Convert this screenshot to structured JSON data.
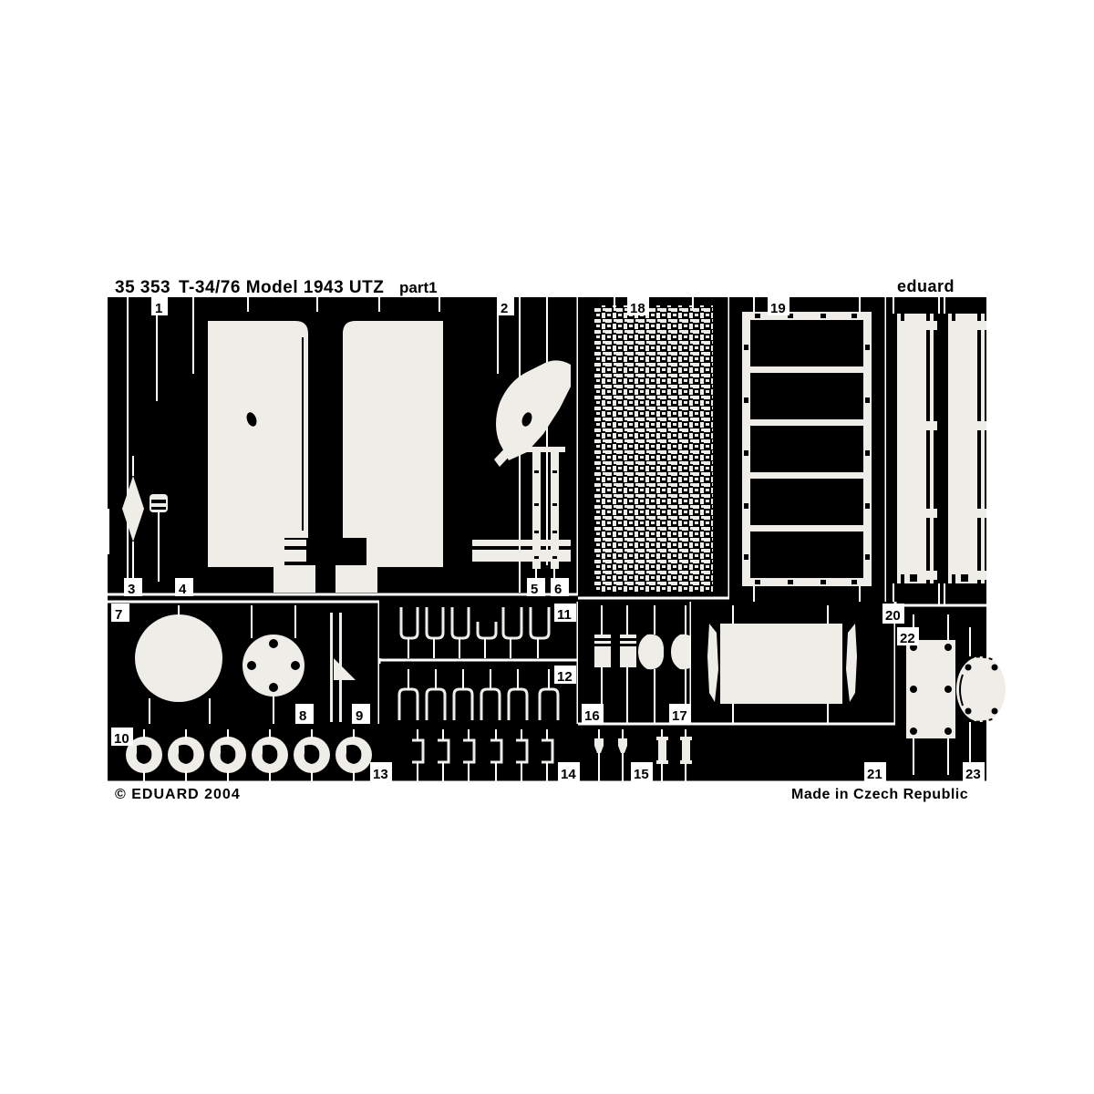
{
  "sheet": {
    "kit_number": "35 353",
    "title": "T-34/76 Model 1943 UTZ",
    "part_suffix": "part1",
    "brand_logo": "eduard",
    "copyright": "© EDUARD 2004",
    "origin": "Made in Czech Republic",
    "material": "photo-etched brass fret",
    "background_color": "#000000",
    "metal_color": "#f2f0ec",
    "canvas_color": "#ffffff"
  },
  "part_numbers": {
    "1": "1",
    "2": "2",
    "3": "3",
    "4": "4",
    "5": "5",
    "6": "6",
    "7": "7",
    "8": "8",
    "9": "9",
    "10": "10",
    "11": "11",
    "12": "12",
    "13": "13",
    "14": "14",
    "15": "15",
    "16": "16",
    "17": "17",
    "18": "18",
    "19": "19",
    "20": "20",
    "21": "21",
    "22": "22",
    "23": "23"
  },
  "parts": [
    {
      "id": "1",
      "name": "left-fender-panel",
      "label": "1"
    },
    {
      "id": "2",
      "name": "right-fender-panel",
      "label": "2"
    },
    {
      "id": "3",
      "name": "diamond-plate",
      "label": "3"
    },
    {
      "id": "4",
      "name": "small-fitting",
      "label": "4"
    },
    {
      "id": "5",
      "name": "long-strip-a",
      "label": "5"
    },
    {
      "id": "6",
      "name": "long-strip-b",
      "label": "6"
    },
    {
      "id": "7",
      "name": "large-disc",
      "label": "7"
    },
    {
      "id": "8",
      "name": "medium-disc",
      "label": "8"
    },
    {
      "id": "9",
      "name": "wedge-bracket",
      "label": "9"
    },
    {
      "id": "10",
      "name": "roadwheel-disc-row",
      "label": "10"
    },
    {
      "id": "11",
      "name": "clamp-strip-row-upper",
      "label": "11"
    },
    {
      "id": "12",
      "name": "clamp-strip-row-lower",
      "label": "12"
    },
    {
      "id": "13",
      "name": "small-bracket-row",
      "label": "13"
    },
    {
      "id": "14",
      "name": "tiny-clip-row",
      "label": "14"
    },
    {
      "id": "15",
      "name": "pin-pair",
      "label": "15"
    },
    {
      "id": "16",
      "name": "tool-clasp-pair",
      "label": "16"
    },
    {
      "id": "17",
      "name": "hinge-pair",
      "label": "17"
    },
    {
      "id": "18",
      "name": "engine-deck-mesh-screen",
      "label": "18"
    },
    {
      "id": "19",
      "name": "louvre-grille-frame",
      "label": "19"
    },
    {
      "id": "20",
      "name": "long-fender-rails",
      "label": "20"
    },
    {
      "id": "21",
      "name": "rear-plate-with-brackets",
      "label": "21"
    },
    {
      "id": "22",
      "name": "rectangular-hatch-plate",
      "label": "22"
    },
    {
      "id": "23",
      "name": "oval-hatch-plate",
      "label": "23"
    }
  ]
}
